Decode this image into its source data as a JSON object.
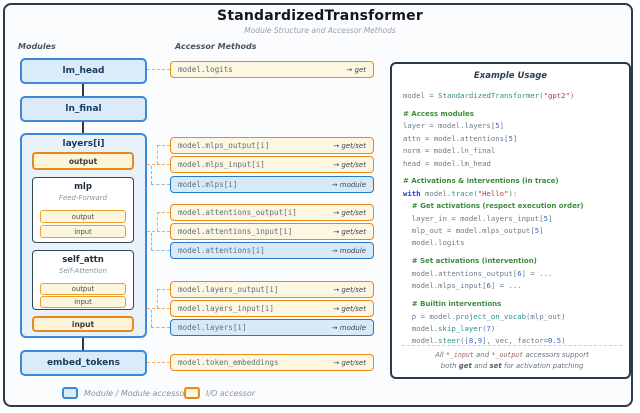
{
  "title": "StandardizedTransformer",
  "subtitle": "Module Structure and Accessor Methods",
  "columns": {
    "modules_header": "Modules",
    "accessors_header": "Accessor Methods"
  },
  "modules": {
    "lm_head": "lm_head",
    "ln_final": "ln_final",
    "layers_label": "layers[i]",
    "layers_output": "output",
    "layers_input": "input",
    "mlp": {
      "name": "mlp",
      "subtitle": "Feed-Forward",
      "output": "output",
      "input": "input"
    },
    "self_attn": {
      "name": "self_attn",
      "subtitle": "Self-Attention",
      "output": "output",
      "input": "input"
    },
    "embed_tokens": "embed_tokens"
  },
  "accessors": [
    {
      "code": "model.logits",
      "arrow": "→ get",
      "kind": "io"
    },
    {
      "code": "model.mlps_output[i]",
      "arrow": "→ get/set",
      "kind": "io"
    },
    {
      "code": "model.mlps_input[i]",
      "arrow": "→ get/set",
      "kind": "io"
    },
    {
      "code": "model.mlps[i]",
      "arrow": "→ module",
      "kind": "module"
    },
    {
      "code": "model.attentions_output[i]",
      "arrow": "→ get/set",
      "kind": "io"
    },
    {
      "code": "model.attentions_input[i]",
      "arrow": "→ get/set",
      "kind": "io"
    },
    {
      "code": "model.attentions[i]",
      "arrow": "→ module",
      "kind": "module"
    },
    {
      "code": "model.layers_output[i]",
      "arrow": "→ get/set",
      "kind": "io"
    },
    {
      "code": "model.layers_input[i]",
      "arrow": "→ get/set",
      "kind": "io"
    },
    {
      "code": "model.layers[i]",
      "arrow": "→ module",
      "kind": "module"
    },
    {
      "code": "model.token_embeddings",
      "arrow": "→ get/set",
      "kind": "io"
    }
  ],
  "example": {
    "title": "Example Usage",
    "code_lines": [
      {
        "segs": [
          {
            "t": "model = ",
            "c": "def"
          },
          {
            "t": "StandardizedTransformer",
            "c": "fn"
          },
          {
            "t": "(",
            "c": "def"
          },
          {
            "t": "\"gpt2\"",
            "c": "str"
          },
          {
            "t": ")",
            "c": "def"
          }
        ]
      },
      {
        "blank": true
      },
      {
        "segs": [
          {
            "t": "# Access modules",
            "c": "com"
          }
        ]
      },
      {
        "segs": [
          {
            "t": "layer = model.layers[",
            "c": "def"
          },
          {
            "t": "5",
            "c": "num"
          },
          {
            "t": "]",
            "c": "def"
          }
        ]
      },
      {
        "segs": [
          {
            "t": "attn = model.attentions[",
            "c": "def"
          },
          {
            "t": "5",
            "c": "num"
          },
          {
            "t": "]",
            "c": "def"
          }
        ]
      },
      {
        "segs": [
          {
            "t": "norm = model.ln_final",
            "c": "def"
          }
        ]
      },
      {
        "segs": [
          {
            "t": "head = model.lm_head",
            "c": "def"
          }
        ]
      },
      {
        "blank": true
      },
      {
        "segs": [
          {
            "t": "# Activations & interventions (in trace)",
            "c": "com"
          }
        ]
      },
      {
        "segs": [
          {
            "t": "with",
            "c": "kw"
          },
          {
            "t": " model.",
            "c": "def"
          },
          {
            "t": "trace",
            "c": "fn"
          },
          {
            "t": "(",
            "c": "def"
          },
          {
            "t": "\"Hello\"",
            "c": "str"
          },
          {
            "t": "):",
            "c": "def"
          }
        ]
      },
      {
        "segs": [
          {
            "t": "  ",
            "c": "def"
          },
          {
            "t": "# Get activations (respect execution order)",
            "c": "com"
          }
        ]
      },
      {
        "segs": [
          {
            "t": "  layer_in = model.layers_input[",
            "c": "def"
          },
          {
            "t": "5",
            "c": "num"
          },
          {
            "t": "]",
            "c": "def"
          }
        ]
      },
      {
        "segs": [
          {
            "t": "  mlp_out = model.mlps_output[",
            "c": "def"
          },
          {
            "t": "5",
            "c": "num"
          },
          {
            "t": "]",
            "c": "def"
          }
        ]
      },
      {
        "segs": [
          {
            "t": "  model.logits",
            "c": "def"
          }
        ]
      },
      {
        "blank": true
      },
      {
        "segs": [
          {
            "t": "  ",
            "c": "def"
          },
          {
            "t": "# Set activations (intervention)",
            "c": "com"
          }
        ]
      },
      {
        "segs": [
          {
            "t": "  model.attentions_output[",
            "c": "def"
          },
          {
            "t": "6",
            "c": "num"
          },
          {
            "t": "] = ...",
            "c": "def"
          }
        ]
      },
      {
        "segs": [
          {
            "t": "  model.mlps_input[",
            "c": "def"
          },
          {
            "t": "6",
            "c": "num"
          },
          {
            "t": "] = ...",
            "c": "def"
          }
        ]
      },
      {
        "blank": true
      },
      {
        "segs": [
          {
            "t": "  ",
            "c": "def"
          },
          {
            "t": "# Builtin interventions",
            "c": "com"
          }
        ]
      },
      {
        "segs": [
          {
            "t": "  p = model.",
            "c": "def"
          },
          {
            "t": "project_on_vocab",
            "c": "fn"
          },
          {
            "t": "(mlp_out)",
            "c": "def"
          }
        ]
      },
      {
        "segs": [
          {
            "t": "  model.",
            "c": "def"
          },
          {
            "t": "skip_layer",
            "c": "fn"
          },
          {
            "t": "(",
            "c": "def"
          },
          {
            "t": "7",
            "c": "num"
          },
          {
            "t": ")",
            "c": "def"
          }
        ]
      },
      {
        "segs": [
          {
            "t": "  model.",
            "c": "def"
          },
          {
            "t": "steer",
            "c": "fn"
          },
          {
            "t": "([",
            "c": "def"
          },
          {
            "t": "8,9",
            "c": "num"
          },
          {
            "t": "], vec, factor=",
            "c": "def"
          },
          {
            "t": "0.5",
            "c": "num"
          },
          {
            "t": ")",
            "c": "def"
          }
        ]
      }
    ],
    "note1": [
      {
        "t": "All ",
        "c": "note"
      },
      {
        "t": "*_input",
        "c": "notemono"
      },
      {
        "t": " and ",
        "c": "note"
      },
      {
        "t": "*_output",
        "c": "notemono"
      },
      {
        "t": " accessors support",
        "c": "note"
      }
    ],
    "note2": [
      {
        "t": "both ",
        "c": "note"
      },
      {
        "t": "get",
        "c": "noteb"
      },
      {
        "t": " and ",
        "c": "note"
      },
      {
        "t": "set",
        "c": "noteb"
      },
      {
        "t": " for activation patching",
        "c": "note"
      }
    ]
  },
  "legend": {
    "module": "Module / Module accessor",
    "io": "I/O accessor"
  },
  "colors": {
    "frame_border": "#2b3a4a",
    "module_border": "#3b8ad9",
    "module_fill": "#dcebfa",
    "io_border": "#e8891d",
    "io_fill": "#fdf6e0",
    "dash_orange": "#f2aa5e",
    "dash_blue": "#8cb8e3",
    "comment_green": "#3d8b3d",
    "string_red": "#b23b3b",
    "number_blue": "#3465c8",
    "function_teal": "#2e8f8a"
  }
}
